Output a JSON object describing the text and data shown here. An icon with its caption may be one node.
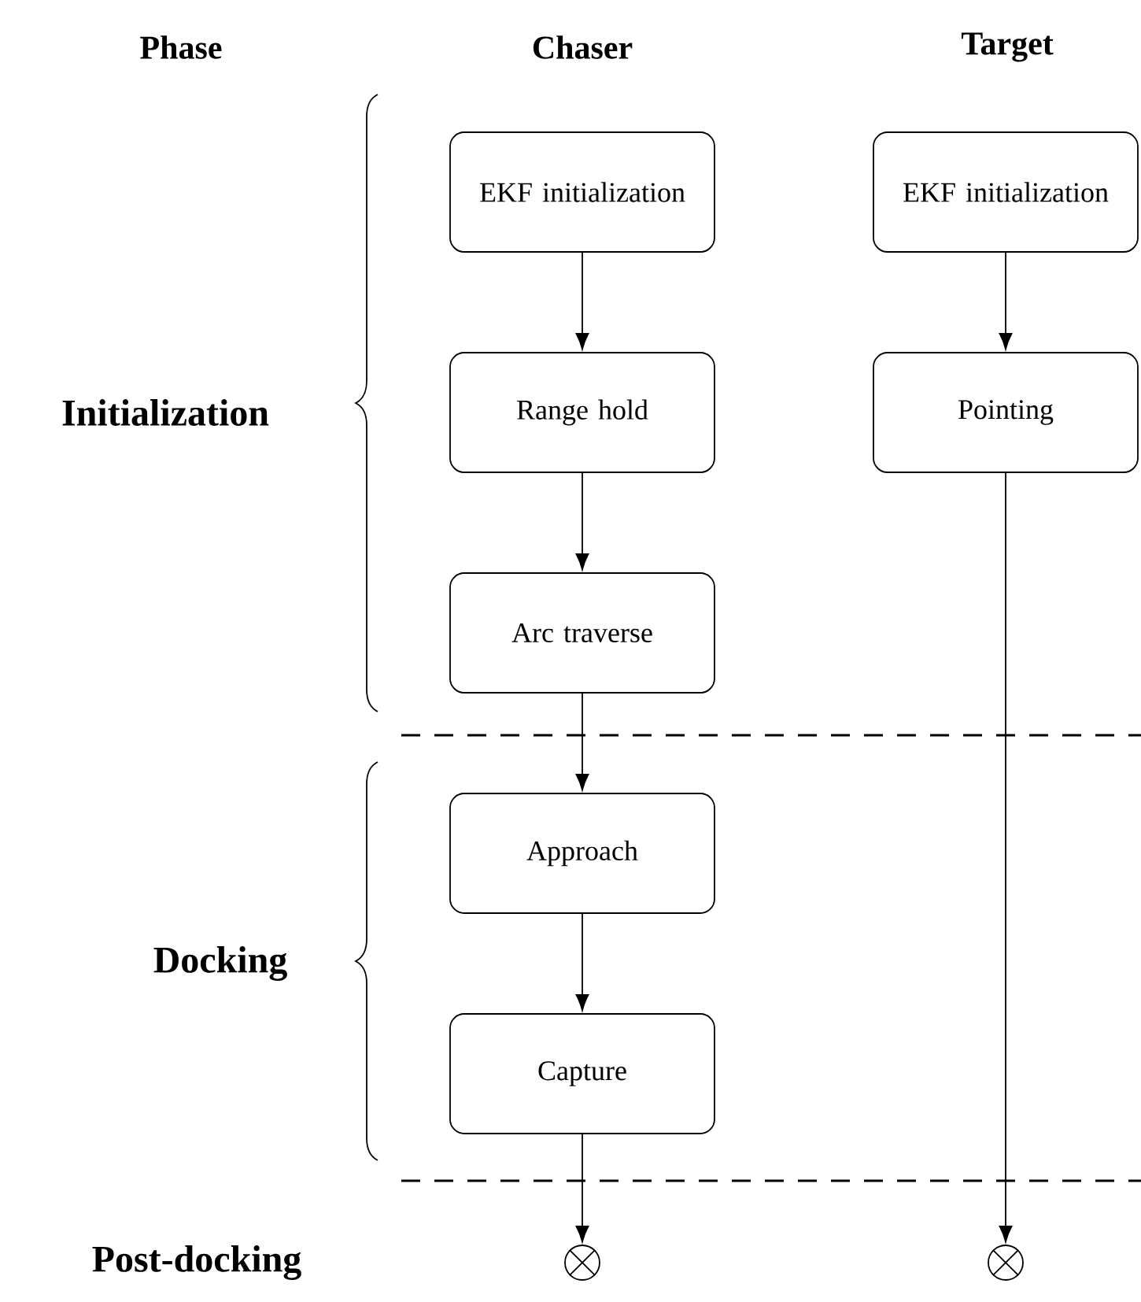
{
  "diagram": {
    "nodes": [
      {
        "text": [
          "EKF initialization"
        ]
      },
      {
        "text": [
          "Range hold"
        ]
      },
      {
        "text": [
          "Arc traverse"
        ]
      },
      {
        "text": [
          "Approach"
        ]
      },
      {
        "text": [
          "Capture"
        ]
      },
      {
        "text": [
          "EKF initialization"
        ]
      },
      {
        "text": [
          "Pointing"
        ]
      },
      {
        "text": [],
        "shape": "circle"
      },
      {
        "text": [],
        "shape": "circle"
      }
    ],
    "edges": [
      {
        "from": 0,
        "to": 1,
        "arrow": "to"
      },
      {
        "from": 1,
        "to": 2,
        "arrow": "to"
      },
      {
        "from": 2,
        "to": 3,
        "arrow": "to"
      },
      {
        "from": 3,
        "to": 4,
        "arrow": "to"
      },
      {
        "from": 4,
        "to": 7,
        "arrow": "to"
      },
      {
        "from": 5,
        "to": 6,
        "arrow": "to"
      },
      {
        "from": 6,
        "to": 8,
        "arrow": "to"
      }
    ],
    "labels": [
      "Phase",
      "Chaser",
      "Target",
      "Initialization",
      "Docking",
      "Post-docking"
    ]
  }
}
